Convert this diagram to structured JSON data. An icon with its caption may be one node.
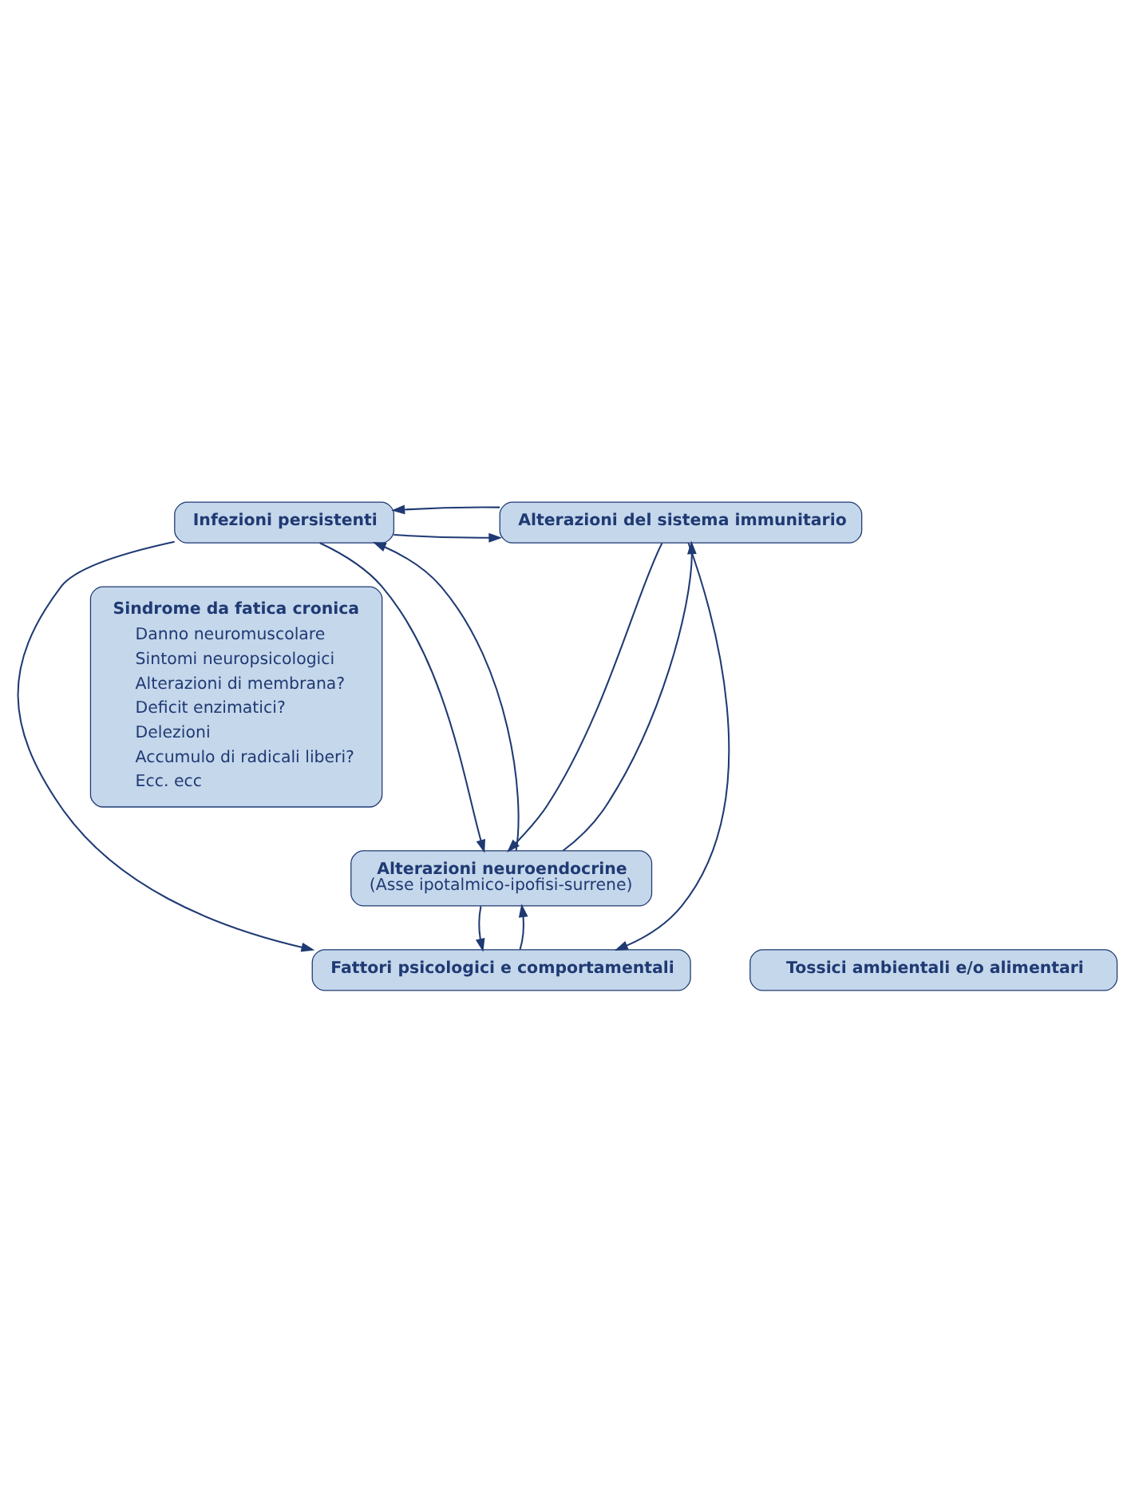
{
  "diagram": {
    "nodes": [
      {
        "text": [
          "Infezioni persistenti"
        ]
      },
      {
        "text": [
          "Alterazioni del sistema immunitario"
        ]
      },
      {
        "text": [
          "Sindrome da fatica cronica",
          "Danno neuromuscolare",
          "Sintomi neuropsicologici",
          "Alterazioni di membrana?",
          "Deficit enzimatici?",
          "Delezioni",
          "Accumulo di radicali liberi?",
          "Ecc. ecc"
        ]
      },
      {
        "text": [
          "Alterazioni neuroendocrine",
          "(Asse ipotalmico-ipofisi-surrene)"
        ]
      },
      {
        "text": [
          "Fattori psicologici e comportamentali"
        ]
      },
      {
        "text": [
          "Tossici ambientali e/o alimentari"
        ]
      }
    ],
    "edges": [
      {
        "from": 0,
        "to": 1,
        "arrow": "to"
      },
      {
        "from": 1,
        "to": 0,
        "arrow": "to"
      },
      {
        "from": 0,
        "to": 4,
        "arrow": "to"
      },
      {
        "from": 3,
        "to": 0,
        "arrow": "to"
      },
      {
        "from": 0,
        "to": 3,
        "arrow": "to"
      },
      {
        "from": 1,
        "to": 3,
        "arrow": "to"
      },
      {
        "from": 3,
        "to": 1,
        "arrow": "to"
      },
      {
        "from": 1,
        "to": 4,
        "arrow": "to"
      },
      {
        "from": 3,
        "to": 4,
        "arrow": "to"
      },
      {
        "from": 4,
        "to": 3,
        "arrow": "to"
      }
    ]
  }
}
